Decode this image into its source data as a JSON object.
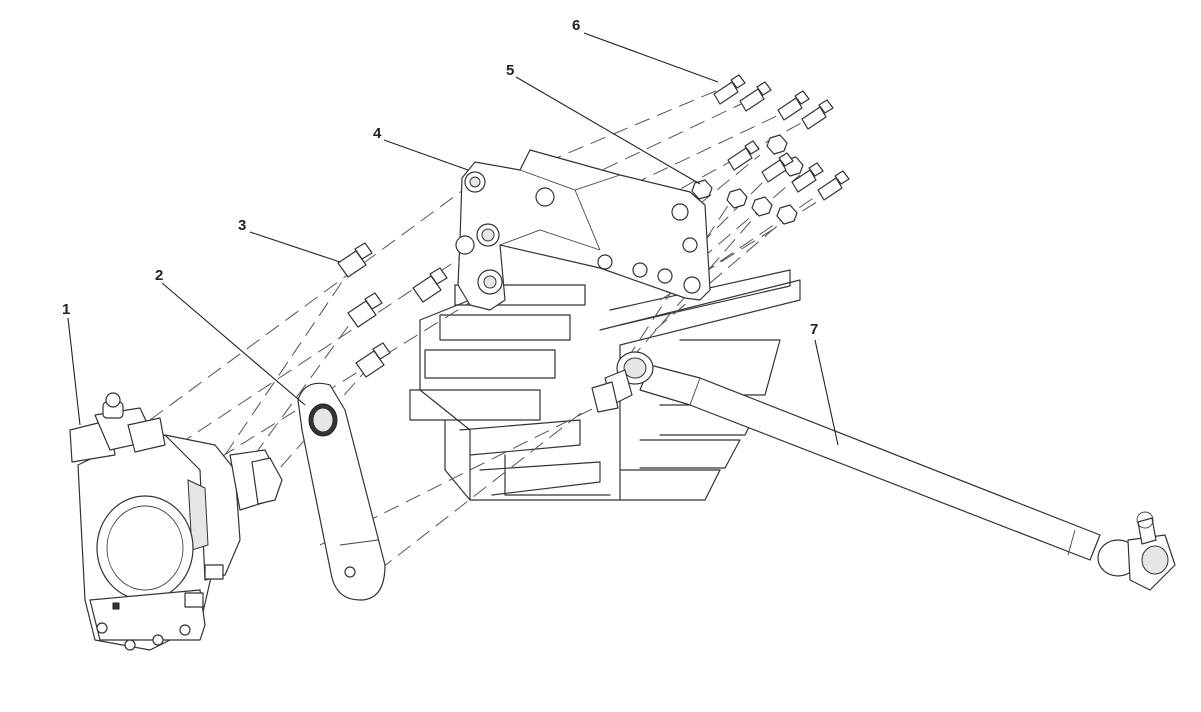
{
  "diagram": {
    "callouts": [
      {
        "id": "1",
        "label": "1"
      },
      {
        "id": "2",
        "label": "2"
      },
      {
        "id": "3",
        "label": "3"
      },
      {
        "id": "4",
        "label": "4"
      },
      {
        "id": "5",
        "label": "5"
      },
      {
        "id": "6",
        "label": "6"
      },
      {
        "id": "7",
        "label": "7"
      }
    ],
    "parts": [
      {
        "callout": "1",
        "icon": "steering-gear-icon"
      },
      {
        "callout": "2",
        "icon": "pitman-arm-icon"
      },
      {
        "callout": "3",
        "icon": "bolt-icon"
      },
      {
        "callout": "4",
        "icon": "mounting-bracket-icon"
      },
      {
        "callout": "5",
        "icon": "nut-icon"
      },
      {
        "callout": "6",
        "icon": "bolt-icon"
      },
      {
        "callout": "7",
        "icon": "drag-link-icon"
      }
    ]
  }
}
